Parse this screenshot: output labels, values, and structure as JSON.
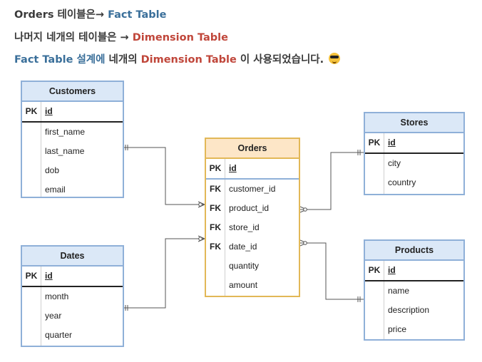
{
  "intro": {
    "line1": {
      "a": "Orders 테이블은→ ",
      "b": "Fact Table"
    },
    "line2": {
      "a": "나머지 네개의 테이블은 → ",
      "b": "Dimension Table"
    },
    "line3": {
      "a": "Fact Table 설계에",
      "b": " 네개의 ",
      "c": "Dimension Table",
      "d": " 이 사용되었습니다. "
    }
  },
  "entities": {
    "customers": {
      "title": "Customers",
      "pk": "PK",
      "id": "id",
      "fields": [
        "first_name",
        "last_name",
        "dob",
        "email"
      ]
    },
    "dates": {
      "title": "Dates",
      "pk": "PK",
      "id": "id",
      "fields": [
        "month",
        "year",
        "quarter"
      ]
    },
    "orders": {
      "title": "Orders",
      "pk": "PK",
      "id": "id",
      "fk": "FK",
      "fks": [
        "customer_id",
        "product_id",
        "store_id",
        "date_id"
      ],
      "fields": [
        "quantity",
        "amount"
      ]
    },
    "stores": {
      "title": "Stores",
      "pk": "PK",
      "id": "id",
      "fields": [
        "city",
        "country"
      ]
    },
    "products": {
      "title": "Products",
      "pk": "PK",
      "id": "id",
      "fields": [
        "name",
        "description",
        "price"
      ]
    }
  },
  "colors": {
    "fact_accent": "#3a6f9a",
    "dimension_accent": "#c0463a",
    "entity_border": "#8fb0d8",
    "fact_border": "#e2b857"
  }
}
